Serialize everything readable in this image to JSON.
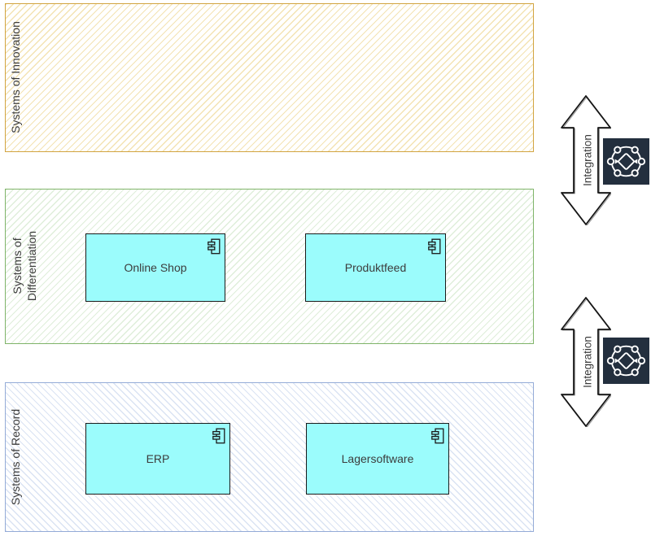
{
  "diagram": {
    "bands": [
      {
        "id": "innovation",
        "label_lines": [
          "Systems of Innovation"
        ]
      },
      {
        "id": "differentiation",
        "label_lines": [
          "Systems of",
          "Differentiation"
        ]
      },
      {
        "id": "record",
        "label_lines": [
          "Systems of Record"
        ]
      }
    ],
    "components": [
      {
        "name": "Online Shop",
        "band": "differentiation"
      },
      {
        "name": "Produktfeed",
        "band": "differentiation"
      },
      {
        "name": "ERP",
        "band": "record"
      },
      {
        "name": "Lagersoftware",
        "band": "record"
      }
    ],
    "arrows": [
      {
        "label": "Integration",
        "between": "innovation-differentiation"
      },
      {
        "label": "Integration",
        "between": "differentiation-record"
      }
    ],
    "icons": [
      {
        "name": "application-integration"
      },
      {
        "name": "application-integration"
      }
    ]
  },
  "colors": {
    "band-innovation-border": "#D2A440",
    "band-innovation-hatch": "#F3E3B3",
    "band-differentiation-border": "#7FB469",
    "band-differentiation-hatch": "#DFEEDA",
    "band-record-border": "#94ABD7",
    "band-record-hatch": "#DAE3F3",
    "component-fill": "#9BFCFC",
    "component-border": "#1A1A1A",
    "arrow-outline": "#161616",
    "arrow-fill": "#FFFFFF",
    "icon-bg": "#232F3E",
    "icon-glyph": "#FFFFFF",
    "label-text": "#3C3C3C"
  }
}
